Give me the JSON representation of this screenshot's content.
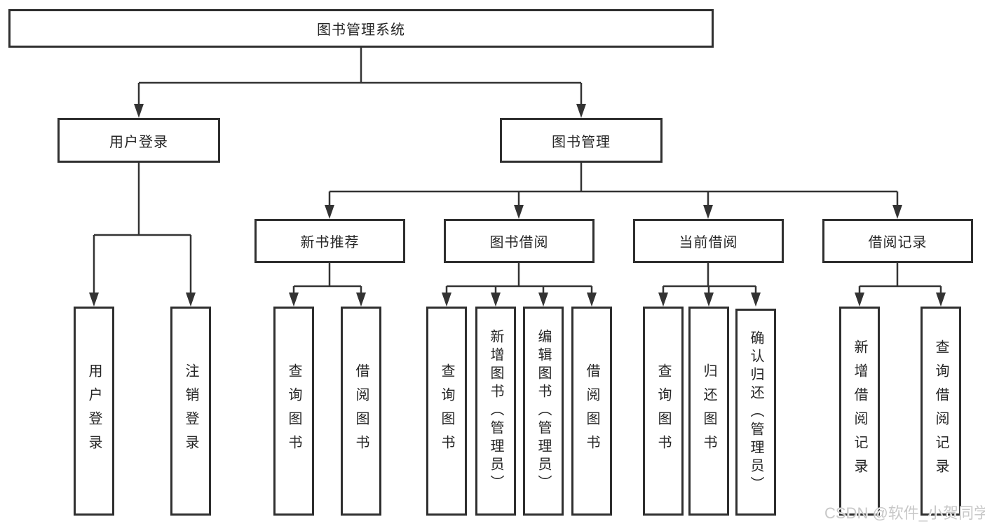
{
  "diagram": {
    "type": "hierarchy-tree",
    "root": {
      "label": "图书管理系统"
    },
    "level2": [
      {
        "label": "用户登录",
        "children": [
          {
            "label": "用户登录"
          },
          {
            "label": "注销登录"
          }
        ]
      },
      {
        "label": "图书管理",
        "children": [
          {
            "label": "新书推荐",
            "children": [
              {
                "label": "查询图书"
              },
              {
                "label": "借阅图书"
              }
            ]
          },
          {
            "label": "图书借阅",
            "children": [
              {
                "label": "查询图书"
              },
              {
                "label": "新增图书（管理员）"
              },
              {
                "label": "编辑图书（管理员）"
              },
              {
                "label": "借阅图书"
              }
            ]
          },
          {
            "label": "当前借阅",
            "children": [
              {
                "label": "查询图书"
              },
              {
                "label": "归还图书"
              },
              {
                "label": "确认归还（管理员）"
              }
            ]
          },
          {
            "label": "借阅记录",
            "children": [
              {
                "label": "新增借阅记录"
              },
              {
                "label": "查询借阅记录"
              }
            ]
          }
        ]
      }
    ]
  },
  "watermark": {
    "text": "CSDN @软件_小贺同学"
  },
  "colors": {
    "line": "#333333",
    "box_border": "#2f2f2f",
    "text": "#262626",
    "watermark": "#c8c8c8",
    "background": "#ffffff"
  }
}
